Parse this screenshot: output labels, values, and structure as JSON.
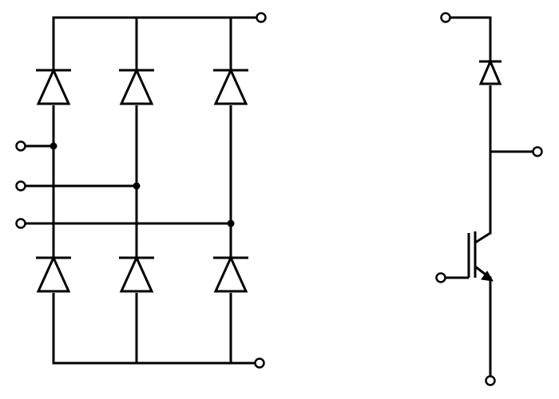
{
  "diagram": {
    "colors": {
      "line": "#000000",
      "background": "#ffffff",
      "terminal_fill": "#ffffff"
    },
    "bridge_rectifier": {
      "phases": 3,
      "ac_inputs": 3,
      "dc_terminals": [
        "positive",
        "negative"
      ]
    },
    "brake_chopper": {
      "components": [
        "diode",
        "igbt"
      ],
      "terminals": 4
    }
  }
}
